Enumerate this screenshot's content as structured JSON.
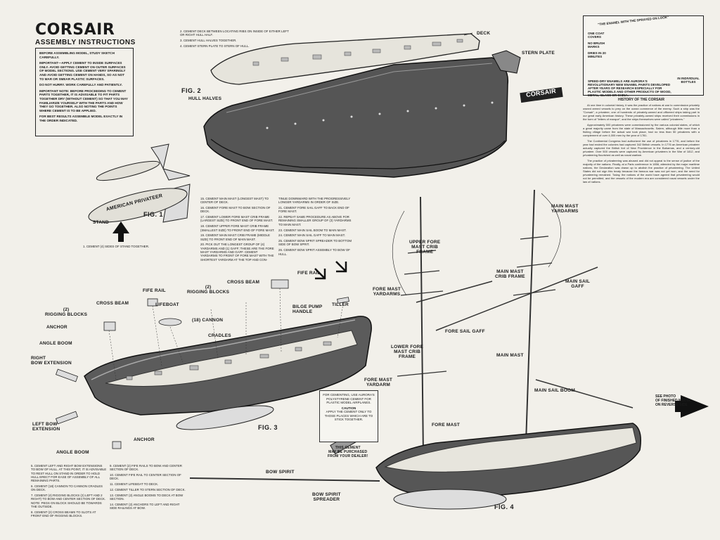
{
  "header": {
    "title": "CORSAIR",
    "subtitle": "ASSEMBLY INSTRUCTIONS"
  },
  "notes": [
    "BEFORE ASSEMBLING MODEL, STUDY SKETCH CAREFULLY.",
    "IMPORTANT—APPLY CEMENT TO INSIDE SURFACES ONLY. AVOID GETTING CEMENT ON OUTER SURFACES OF MODEL SECTIONS. USE CEMENT VERY SPARINGLY AND AVOID GETTING CEMENT ON HANDS, SO AS NOT TO MAR OR SMEAR PLASTIC SURFACES.",
    "DO NOT HURRY. WORK CAREFULLY AND PATIENTLY.",
    "IMPORTANT NOTE: BEFORE PROCEEDING TO CEMENT PARTS TOGETHER, IT IS ADVISABLE TO FIT PARTS TOGETHER DRY (WITHOUT CEMENT) SO THAT YOU MAY FAMILIARIZE YOURSELF WITH THE PARTS AND HOW THEY GO TOGETHER. ALSO NOTING THE POINTS WHERE CEMENT IS TO BE APPLIED.",
    "FOR BEST RESULTS ASSEMBLE MODEL EXACTLY IN THE ORDER INDICATED."
  ],
  "steps_top": [
    "2. Cement DECK between locating ribs on inside of either LEFT or RIGHT HULL HALF.",
    "3. Cement HULL HALVES together.",
    "4. Cement STERN PLATE to STERN of HULL."
  ],
  "step_fig1": "1. Cement (4) sides of STAND together.",
  "steps_mid_left": [
    "15. Cement MAIN MAST (longest mast) to CENTER of DECK.",
    "16. Cement FORE MAST to BOW SECTION of DECK.",
    "17. Cement LOWER FORE MAST CRIB FRAME (largest size) to front end of FORE MAST.",
    "18. Cement UPPER FORE MAST CRIB FRAME (smallest size) to front end of FORE MAST.",
    "19. Cement MAIN MAST CRIB FRAME (middle size) to front end of MAIN MAST.",
    "20. Pick out the longest group of (4) YARDARMS and (1) GAFF; these are the FORE MAST YARDARMS and GAFF. Cement YARDARMS to front of FORE MAST with the SHORTEST YARDARM at the top and con-"
  ],
  "steps_mid_right": [
    "tinue downward with the progressively longer YARDARMS in order of size.",
    "21. Cement FORE SAIL GAFF to back end of FORE MAST.",
    "22. Repeat same procedure as above for remaining smaller group of (3) YARDARMS to MAIN MAST.",
    "23. Cement MAIN SAIL BOOM to MAIN MAST.",
    "24. Cement MAIN SAIL GAFF to MAIN MAST.",
    "25. Cement BOW SPRIT SPREADER to bottom side of BOW SPRIT.",
    "26. Cement BOW SPRIT ASSEMBLY to BOW of HULL."
  ],
  "steps_bottom_left": [
    "5. Cement LEFT and RIGHT BOW EXTENSIONS to BOW of HULL. AT THIS POINT, IT IS ADVISABLE TO REST HULL ON STAND IN ORDER TO HOLD HULL ERECT FOR EASE OF ASSEMBLY OF ALL REMAINING PARTS.",
    "6. Cement (18) CANNON to CANNON CRADLES on DECK.",
    "7. Cement (4) RIGGING BLOCKS (2) left and 2 right) to BOW and CENTER SECTION of DECK. NOTE: Pegs on BLOCK should be towards the outside.",
    "8. Cement (2) CROSS BEAMS to slots at front end of RIGGING BLOCKS."
  ],
  "steps_bottom_right": [
    "9. Cement (2) FIFE RAILS to BOW and CENTER SECTION of DECK.",
    "10. Cement FIFE RAIL to CENTER SECTION of DECK.",
    "11. Cement LIFEBOAT to DECK.",
    "12. Cement TILLER to STERN SECTION of DECK.",
    "13. Cement (2) ANGLE BOOMS to DECK at BOW SECTION.",
    "14. Cement (2) ANCHORS to LEFT and RIGHT side RAILINGS at BOW."
  ],
  "figures": {
    "fig1": "FIG. 1",
    "fig2": "FIG. 2",
    "fig3": "FIG. 3",
    "fig4": "FIG. 4"
  },
  "labels": {
    "deck": "DECK",
    "stern_plate": "STERN PLATE",
    "hull_halves": "HULL HALVES",
    "stand": "STAND",
    "corsair_plate": "CORSAIR",
    "stand_plate_small": "American Privateer",
    "fife_rail_top": "FIFE RAIL",
    "cross_beam_top": "CROSS BEAM",
    "fife_rail_left": "FIFE RAIL",
    "cross_beam_left": "CROSS BEAM",
    "rigging_blocks_left": "(2)\nRIGGING BLOCKS",
    "rigging_blocks_top": "(2)\nRIGGING BLOCKS",
    "lifeboat": "LIFEBOAT",
    "cannon": "(18) CANNON",
    "cradles": "CRADLES",
    "bilge_pump": "BILGE PUMP\nHANDLE",
    "tiller": "TILLER",
    "anchor_left": "ANCHOR",
    "angle_boom_left": "ANGLE BOOM",
    "right_bow_ext": "RIGHT\nBOW EXTENSION",
    "left_bow_ext": "LEFT BOW\nEXTENSION",
    "anchor_bottom": "ANCHOR",
    "angle_boom_bottom": "ANGLE BOOM",
    "fore_mast_yardarms": "FORE MAST\nYARDARMS",
    "upper_fore_crib": "UPPER FORE\nMAST CRIB\nFRAME",
    "lower_fore_crib": "LOWER FORE\nMAST CRIB\nFRAME",
    "fore_sail_gaff": "FORE SAIL GAFF",
    "fore_mast_yardarm": "FORE MAST\nYARDARM",
    "fore_mast": "FORE MAST",
    "main_mast_yardarms": "MAIN MAST\nYARDARMS",
    "main_mast_crib": "MAIN MAST\nCRIB FRAME",
    "main_sail_gaff": "MAIN SAIL\nGAFF",
    "main_mast": "MAIN MAST",
    "main_sail_boom": "MAIN SAIL BOOM",
    "bow_spirit": "BOW SPIRIT",
    "bow_spirit_spreader": "BOW SPIRIT\nSPREADER",
    "cement_note": "THIS CEMENT\nMAY BE PURCHASED\nFROM YOUR DEALER!"
  },
  "cement_box": {
    "head": "For Cementing, Use AURORA'S POLYSTYRENE CEMENT for plastic model airplanes.",
    "caution": "CAUTION",
    "body": "Apply the cement only to those places which are to stick together."
  },
  "see_photo": "SEE PHOTO\nOF FINISHED MODEL\nON REVERSE SIDE",
  "ad": {
    "headline": "\"THE ENAMEL WITH THE SPRAYED ON LOOK\"",
    "line1": "ONE COAT COVERS",
    "line2": "NO BRUSH MARKS",
    "line3": "DRIES IN 20 MINUTES",
    "footer": "SPEED-DRY ENAMELS are AURORA'S REVOLUTIONARY NEW ENAMEL PAINTS developed after years of research especially for Plastic Models and other products of Wood, Metal, Glass or China.",
    "jar_note": "in individual bottles"
  },
  "history": {
    "title": "HISTORY OF THE CORSAIR",
    "paragraphs": [
      "At one time in colonial history, it was the practice of nations at war to commission privately owned armed vessels to prey on the ocean commerce of the enemy. Such a ship was the \"Corsair\", a privateer, one of hundreds of privately-owned and officered ships taking part in our great early American history. These privately-owned ships received their commissions in the form of \"letters of marque\", and the ships themselves were called \"privateers.\"",
      "Approximately 500 privateers were commissioned by the various colonial states, of which a great majority came from the state of Massachusetts. Salem, although little more than a fishing village before the actual war took place, had no less than 50 privateers with a complement of over 4,000 men by the year of 1781.",
      "The Continental Congress had authorized the use of privateers in 1776, and before the year had ended the colonies had captured 342 British vessels. In 1776 an American privateer actually captured the British fort of New Providence in the Bahamas, and a century-old privateer. Over 500 vessels were captured by American privateers in the War of 1812, and privateering flourished as well as naval warfare.",
      "The practice of privateering was abused and did not appeal to the sense of justice of the majority of the nations. Finally, at a Paris conference in 1856, attended by the major maritime nations, the Declaration was drawn up to abolish the practice of privateering. The United States did not sign this treaty because the famous war was not yet won, and the need for privateering remained. Today, the nations of the world have agreed that privateering would not be permitted, and the vessels of the modern era are considered naval vessels under the law of nations."
    ]
  }
}
